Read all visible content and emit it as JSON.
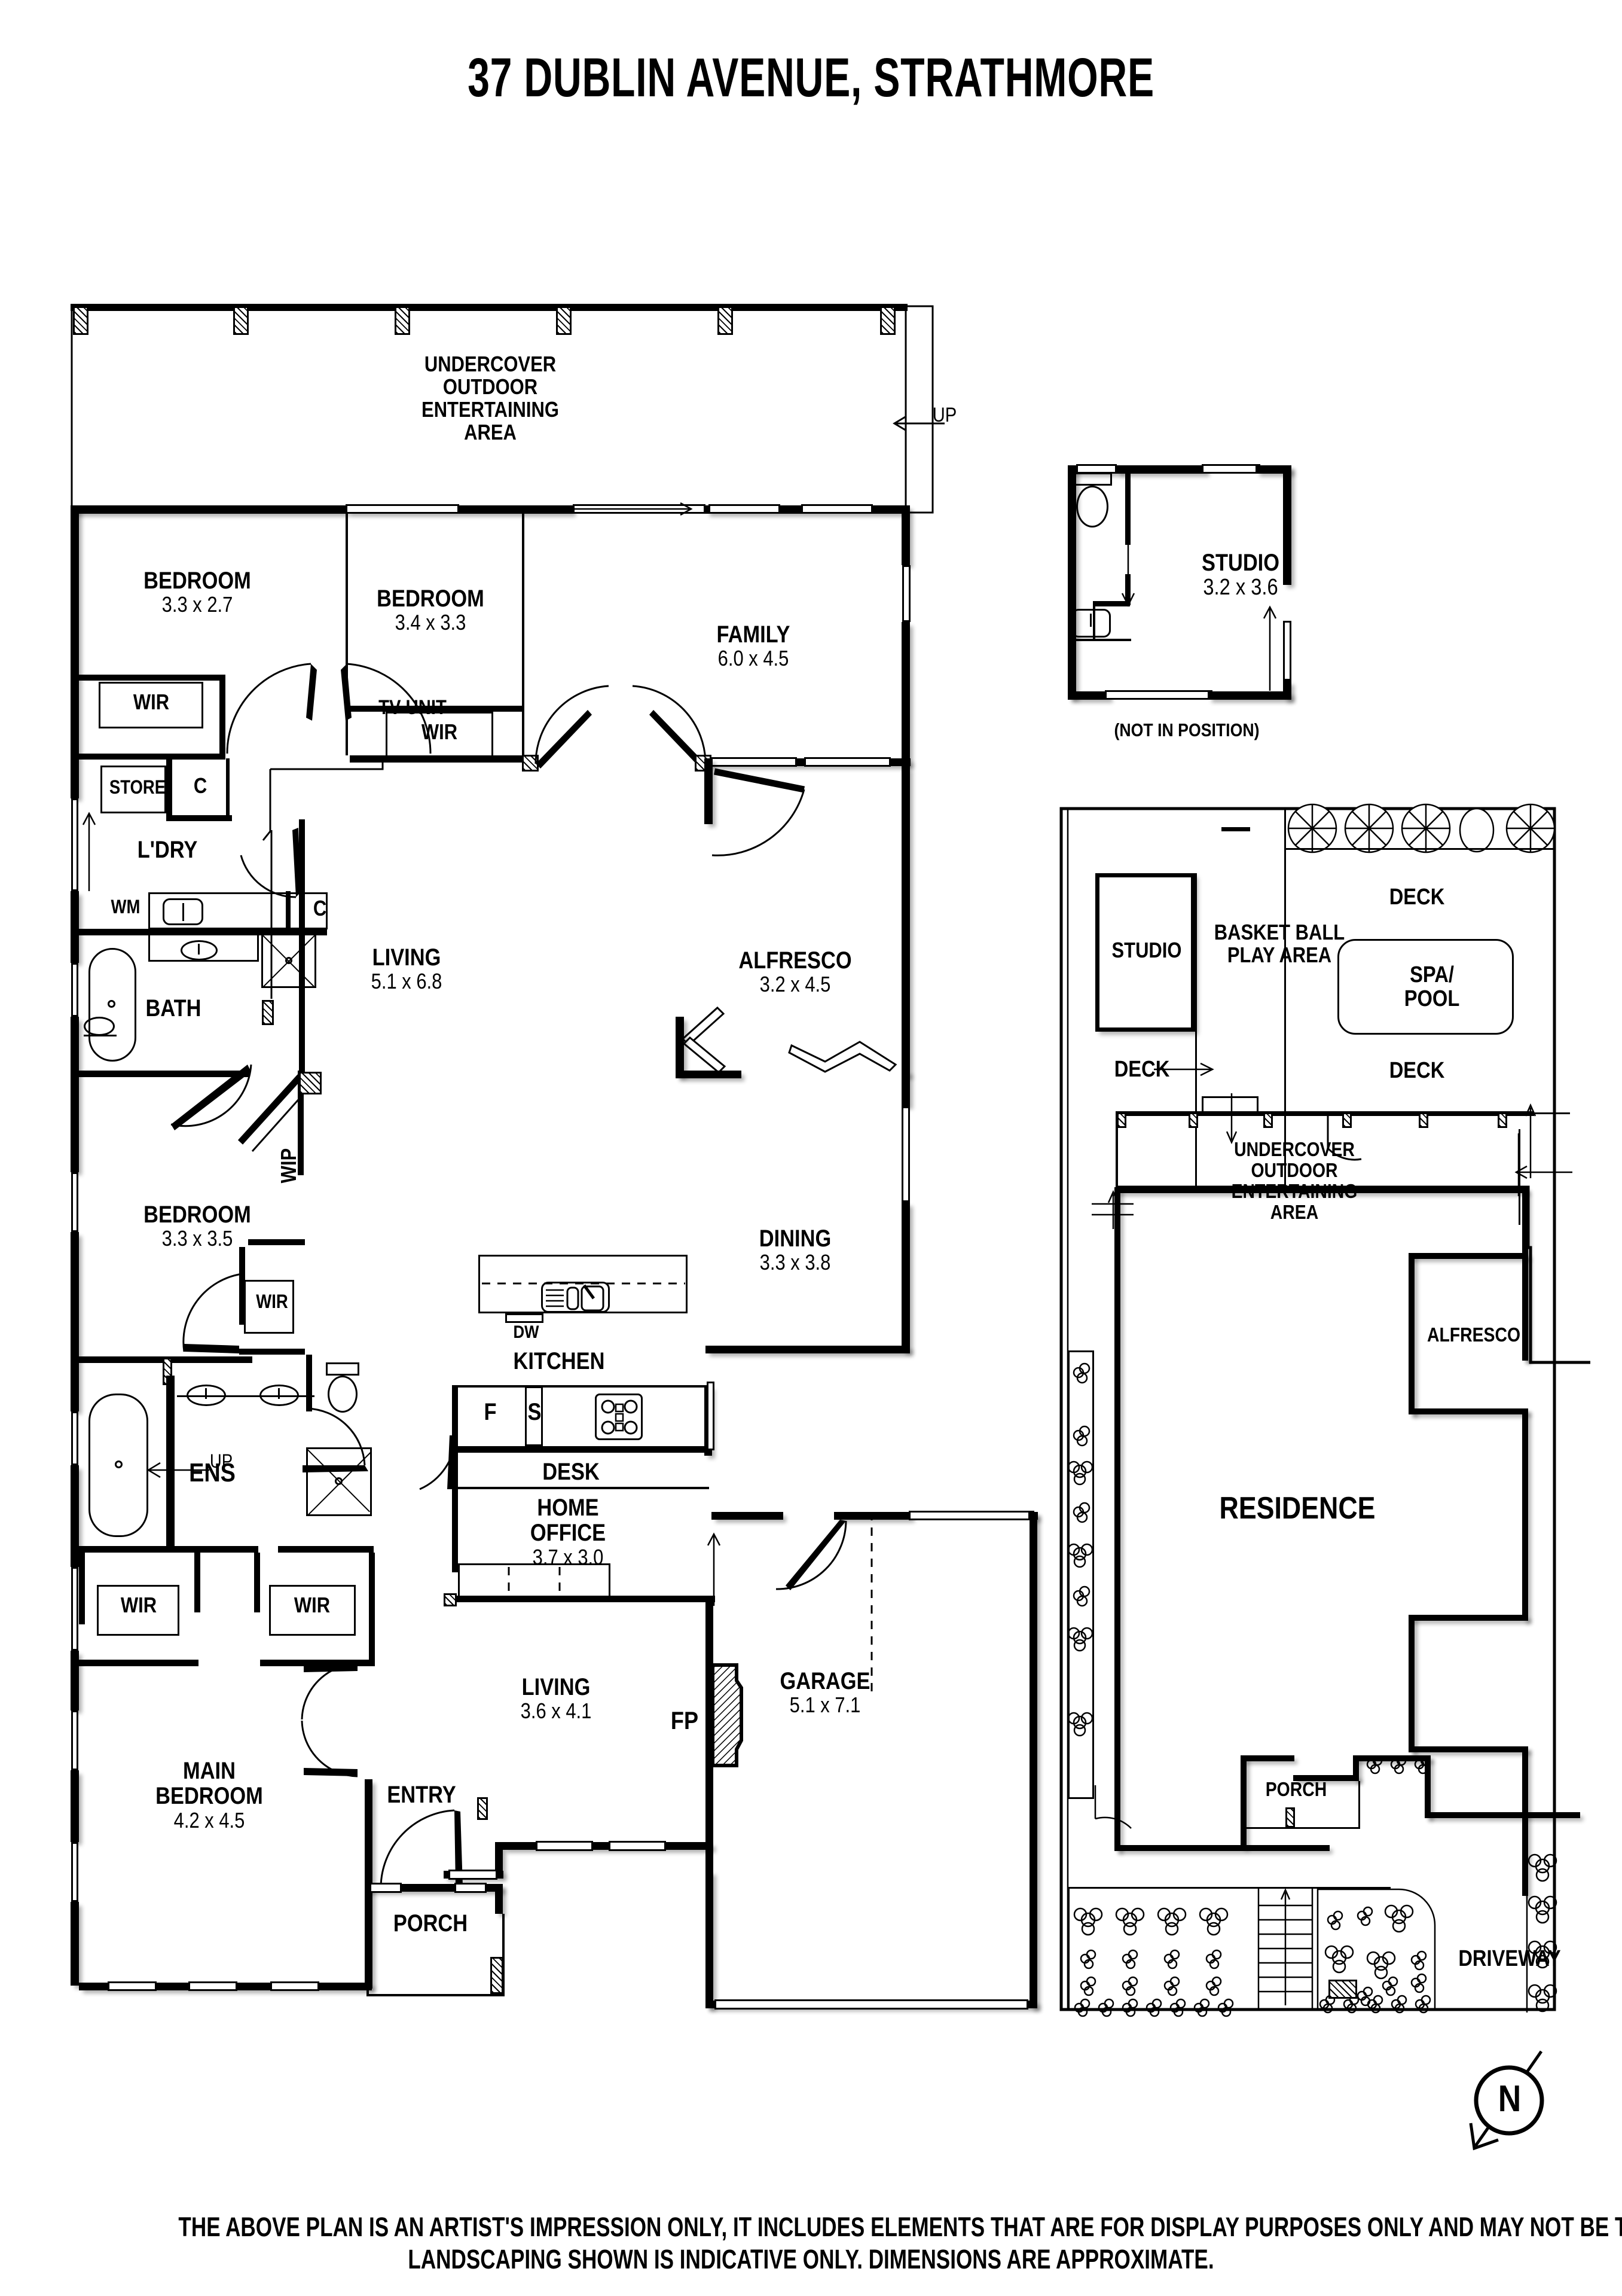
{
  "title": "37 DUBLIN AVENUE, STRATHMORE",
  "footer": {
    "line1": "THE ABOVE PLAN IS AN ARTIST'S IMPRESSION ONLY, IT INCLUDES ELEMENTS THAT ARE FOR DISPLAY PURPOSES ONLY AND MAY NOT BE TO SCALE.",
    "line2": "LANDSCAPING SHOWN IS INDICATIVE ONLY. DIMENSIONS ARE APPROXIMATE."
  },
  "compass": {
    "label": "N"
  },
  "floor_plan": {
    "rooms": [
      {
        "name": "undercover-outdoor-entertaining-area",
        "label": "UNDERCOVER\nOUTDOOR\nENTERTAINING\nAREA",
        "line1": "UNDERCOVER",
        "line2": "OUTDOOR",
        "line3": "ENTERTAINING",
        "line4": "AREA",
        "dim": ""
      },
      {
        "name": "bedroom-2",
        "label": "BEDROOM",
        "dim": "3.3 x 2.7"
      },
      {
        "name": "bedroom-3",
        "label": "BEDROOM",
        "dim": "3.4 x 3.3"
      },
      {
        "name": "family",
        "label": "FAMILY",
        "dim": "6.0 x 4.5"
      },
      {
        "name": "living-main",
        "label": "LIVING",
        "dim": "5.1 x 6.8"
      },
      {
        "name": "alfresco",
        "label": "ALFRESCO",
        "dim": "3.2 x 4.5"
      },
      {
        "name": "dining",
        "label": "DINING",
        "dim": "3.3 x 3.8"
      },
      {
        "name": "kitchen",
        "label": "KITCHEN",
        "dim": ""
      },
      {
        "name": "bedroom-4",
        "label": "BEDROOM",
        "dim": "3.3 x 3.5"
      },
      {
        "name": "ensuite",
        "label": "ENS",
        "dim": ""
      },
      {
        "name": "main-bedroom",
        "label": "MAIN\nBEDROOM",
        "line1": "MAIN",
        "line2": "BEDROOM",
        "dim": "4.2 x 4.5"
      },
      {
        "name": "home-office",
        "label": "HOME\nOFFICE",
        "line1": "HOME",
        "line2": "OFFICE",
        "dim": "3.7 x 3.0"
      },
      {
        "name": "living-front",
        "label": "LIVING",
        "dim": "3.6 x 4.1"
      },
      {
        "name": "garage",
        "label": "GARAGE",
        "dim": "5.1 x 7.1"
      },
      {
        "name": "bath",
        "label": "BATH",
        "dim": ""
      },
      {
        "name": "laundry",
        "label": "L'DRY",
        "dim": ""
      },
      {
        "name": "entry",
        "label": "ENTRY",
        "dim": ""
      },
      {
        "name": "porch",
        "label": "PORCH",
        "dim": ""
      }
    ],
    "small_labels": {
      "wir_bed2": "WIR",
      "wir_bed3": "WIR",
      "wir_bed4": "WIR",
      "wir_main_left": "WIR",
      "wir_main_right": "WIR",
      "store": "STORE",
      "cupboard_1": "C",
      "cupboard_2": "C",
      "washing_machine": "WM",
      "tv_unit": "TV UNIT",
      "wip": "WIP",
      "dishwasher": "DW",
      "fridge": "F",
      "sink_cupboard": "S",
      "desk": "DESK",
      "fireplace": "FP",
      "up_entertaining": "UP",
      "up_ensuite": "UP"
    }
  },
  "studio_inset": {
    "label": "STUDIO",
    "dim": "3.2 x 3.6",
    "note": "(NOT IN POSITION)"
  },
  "site_plan": {
    "labels": {
      "studio": "STUDIO",
      "basketball": "BASKET BALL\nPLAY AREA",
      "basketball_line1": "BASKET BALL",
      "basketball_line2": "PLAY AREA",
      "deck_top": "DECK",
      "deck_mid": "DECK",
      "deck_left": "DECK",
      "spa_pool_line1": "SPA/",
      "spa_pool_line2": "POOL",
      "undercover_line1": "UNDERCOVER",
      "undercover_line2": "OUTDOOR",
      "undercover_line3": "ENTERTAINING",
      "undercover_line4": "AREA",
      "residence": "RESIDENCE",
      "alfresco": "ALFRESCO",
      "porch": "PORCH",
      "driveway": "DRIVEWAY"
    }
  }
}
